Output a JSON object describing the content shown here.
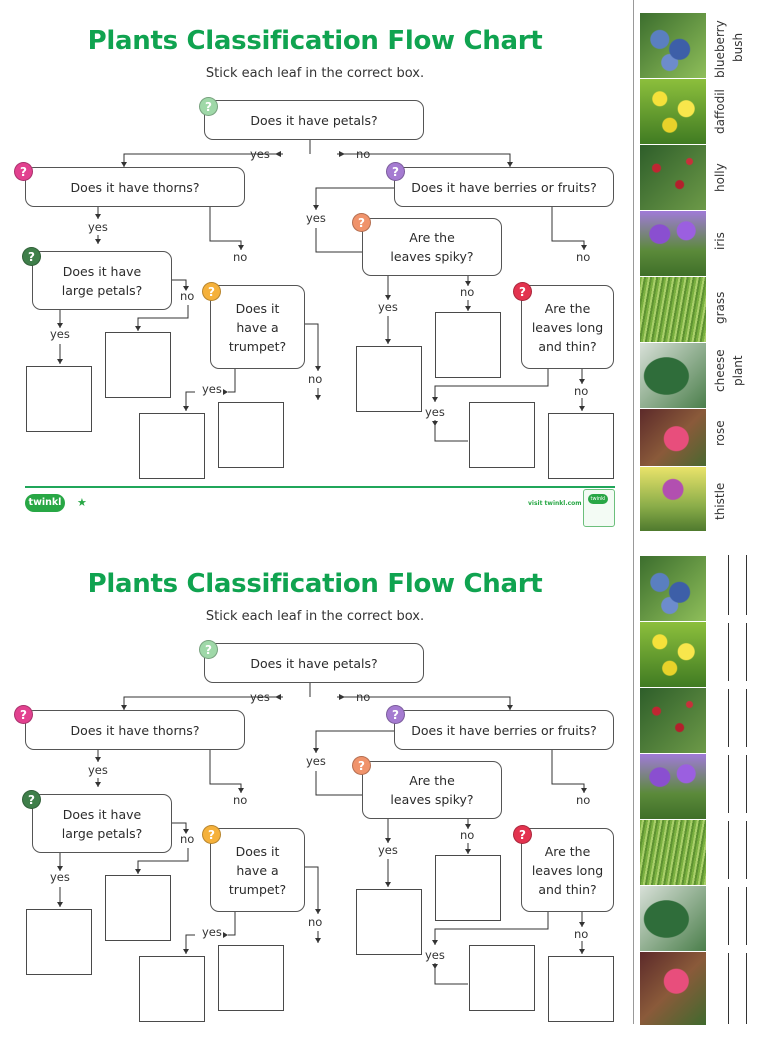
{
  "sheet": {
    "title": "Plants Classification Flow Chart",
    "subtitle": "Stick each leaf in the correct box.",
    "questions": {
      "petals": "Does it have petals?",
      "thorns": "Does it have thorns?",
      "berries": "Does it have berries or fruits?",
      "large_petals": "Does it have large petals?",
      "trumpet": "Does it have a trumpet?",
      "spiky": "Are the leaves spiky?",
      "long_thin": "Are the leaves long and thin?"
    },
    "badge_symbol": "?",
    "answers": {
      "yes": "yes",
      "no": "no"
    },
    "footer": {
      "logo": "twinkl",
      "visit": "visit twinkl.com",
      "seal": "twinkl"
    }
  },
  "plants": [
    {
      "name": "blueberry bush",
      "line1": "blueberry",
      "line2": "bush"
    },
    {
      "name": "daffodil",
      "line1": "daffodil",
      "line2": ""
    },
    {
      "name": "holly",
      "line1": "holly",
      "line2": ""
    },
    {
      "name": "iris",
      "line1": "iris",
      "line2": ""
    },
    {
      "name": "grass",
      "line1": "grass",
      "line2": ""
    },
    {
      "name": "cheese plant",
      "line1": "cheese",
      "line2": "plant"
    },
    {
      "name": "rose",
      "line1": "rose",
      "line2": ""
    },
    {
      "name": "thistle",
      "line1": "thistle",
      "line2": ""
    }
  ],
  "colors": {
    "title_green": "#10a350",
    "badge_mint": "#9fd8a8",
    "badge_pink": "#e2418f",
    "badge_purple": "#a57bd1",
    "badge_dark_green": "#3f7f4a",
    "badge_orange": "#f5b13b",
    "badge_salmon": "#f0936b",
    "badge_red": "#e3334f"
  }
}
